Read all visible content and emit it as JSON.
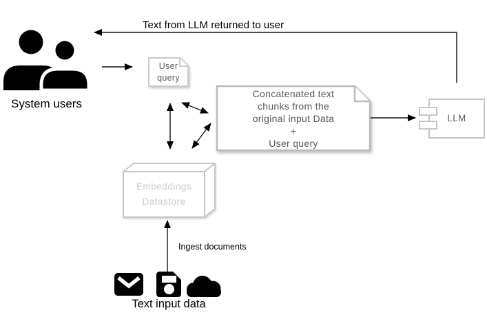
{
  "labels": {
    "return_to_user": "Text from LLM returned to user",
    "system_users": "System users",
    "user_query": [
      "User",
      "query"
    ],
    "concatenated": [
      "Concatenated text",
      "chunks from the",
      "original input Data",
      "+",
      "User query"
    ],
    "llm": "LLM",
    "datastore": [
      "Embeddings",
      "Datastore"
    ],
    "ingest": "Ingest documents",
    "text_input": "Text input data"
  },
  "colors": {
    "ink": "#000000",
    "note_border": "#c8cacc",
    "concat_border": "#b8bbbd",
    "note_text": "#58595b",
    "datastore_border": "#c3c6c8",
    "datastore_text": "#c9cbcd",
    "component_border": "#c3c6c8",
    "background": "#ffffff"
  },
  "icons": [
    "users-icon",
    "note-icon",
    "component-icon",
    "datastore-icon",
    "envelope-icon",
    "floppy-disk-icon",
    "cloud-icon",
    "arrow-icon"
  ],
  "edges": [
    {
      "from": "llm",
      "to": "system-users",
      "label": "Text from LLM returned to user",
      "type": "single"
    },
    {
      "from": "system-users",
      "to": "user-query",
      "type": "single"
    },
    {
      "from": "user-query",
      "to": "embeddings-datastore",
      "type": "double"
    },
    {
      "from": "user-query",
      "to": "concatenated-chunks",
      "type": "double"
    },
    {
      "from": "concatenated-chunks",
      "to": "embeddings-datastore",
      "type": "double"
    },
    {
      "from": "concatenated-chunks",
      "to": "llm",
      "type": "single"
    },
    {
      "from": "text-input-data",
      "to": "embeddings-datastore",
      "label": "Ingest documents",
      "type": "single"
    }
  ]
}
